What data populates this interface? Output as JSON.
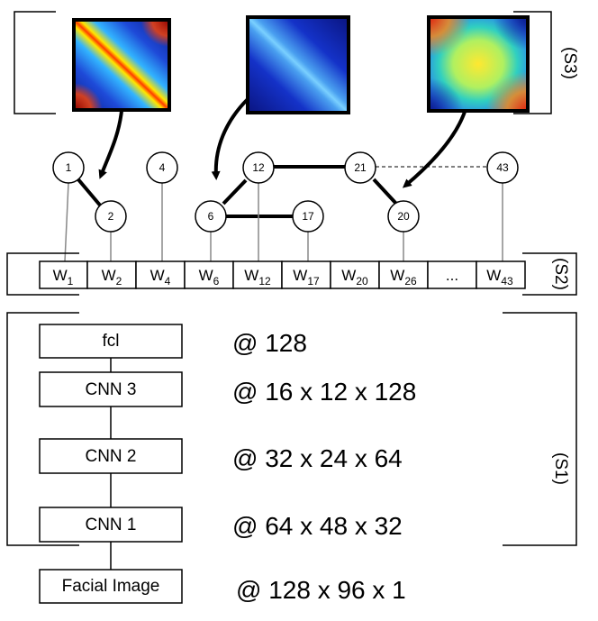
{
  "section_labels": {
    "s1": "(S1)",
    "s2": "(S2)",
    "s3": "(S3)"
  },
  "layers": [
    {
      "name": "fcl",
      "dims": "@ 128"
    },
    {
      "name": "CNN 3",
      "dims": "@ 16 x 12 x 128"
    },
    {
      "name": "CNN 2",
      "dims": "@ 32 x 24 x 64"
    },
    {
      "name": "CNN 1",
      "dims": "@ 64 x 48 x 32"
    },
    {
      "name": "Facial Image",
      "dims": "@ 128 x 96 x 1"
    }
  ],
  "weights": [
    {
      "base": "W",
      "sub": "1"
    },
    {
      "base": "W",
      "sub": "2"
    },
    {
      "base": "W",
      "sub": "4"
    },
    {
      "base": "W",
      "sub": "6"
    },
    {
      "base": "W",
      "sub": "12"
    },
    {
      "base": "W",
      "sub": "17"
    },
    {
      "base": "W",
      "sub": "20"
    },
    {
      "base": "W",
      "sub": "26"
    },
    {
      "base": "...",
      "sub": ""
    },
    {
      "base": "W",
      "sub": "43"
    }
  ],
  "nodes": [
    "1",
    "2",
    "4",
    "6",
    "12",
    "17",
    "21",
    "20",
    "43"
  ],
  "colors": {
    "stroke": "#000000",
    "gray_link": "#888888"
  }
}
